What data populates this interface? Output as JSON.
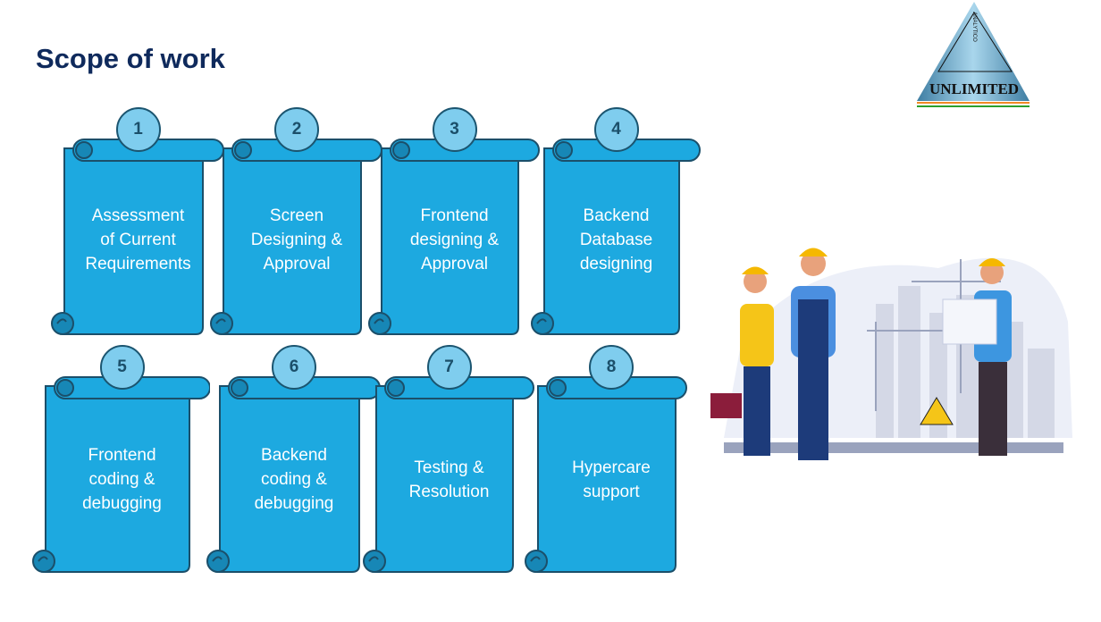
{
  "title": "Scope of work",
  "logo": {
    "text_top": "ANALYTICO",
    "text_main": "UNLIMITED"
  },
  "steps": [
    {
      "num": "1",
      "label": "Assessment\nof Current\nRequirements"
    },
    {
      "num": "2",
      "label": "Screen\nDesigning &\nApproval"
    },
    {
      "num": "3",
      "label": "Frontend\ndesigning &\nApproval"
    },
    {
      "num": "4",
      "label": "Backend\nDatabase\ndesigning"
    },
    {
      "num": "5",
      "label": "Frontend\ncoding &\ndebugging"
    },
    {
      "num": "6",
      "label": "Backend\ncoding &\ndebugging"
    },
    {
      "num": "7",
      "label": "Testing &\nResolution"
    },
    {
      "num": "8",
      "label": "Hypercare\nsupport"
    }
  ],
  "colors": {
    "scroll": "#1da9e0",
    "outline": "#1b4f6a",
    "badge": "#7fcdee",
    "title": "#0f2a5c"
  }
}
